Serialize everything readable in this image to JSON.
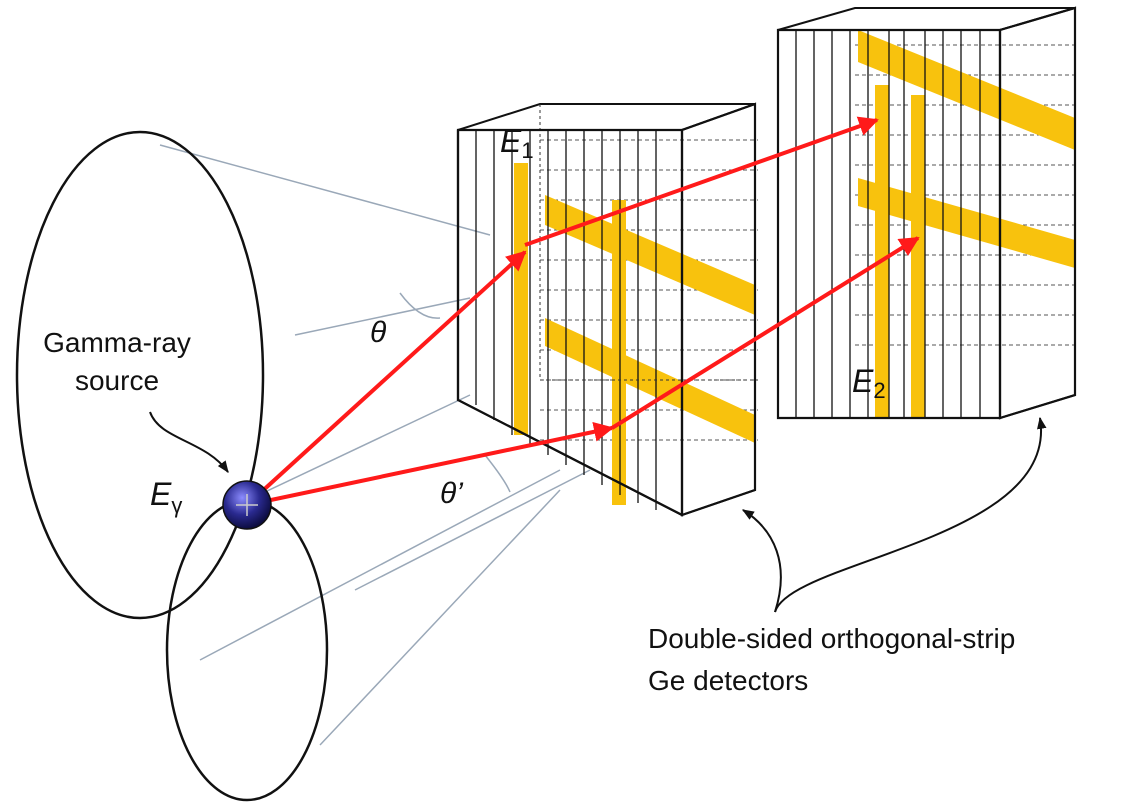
{
  "labels": {
    "source_line1": "Gamma-ray",
    "source_line2": "source",
    "e_gamma_main": "E",
    "e_gamma_sub": "γ",
    "e1_main": "E",
    "e1_sub": "1",
    "e2_main": "E",
    "e2_sub": "2",
    "theta": "θ",
    "theta_prime": "θ’",
    "detectors_line1": "Double-sided orthogonal-strip",
    "detectors_line2": "Ge detectors"
  },
  "colors": {
    "ray": "#ff1a1a",
    "strip": "#f8c20d",
    "source": "#2a2a90",
    "outline": "#111111",
    "guide": "#9aa8b8"
  }
}
